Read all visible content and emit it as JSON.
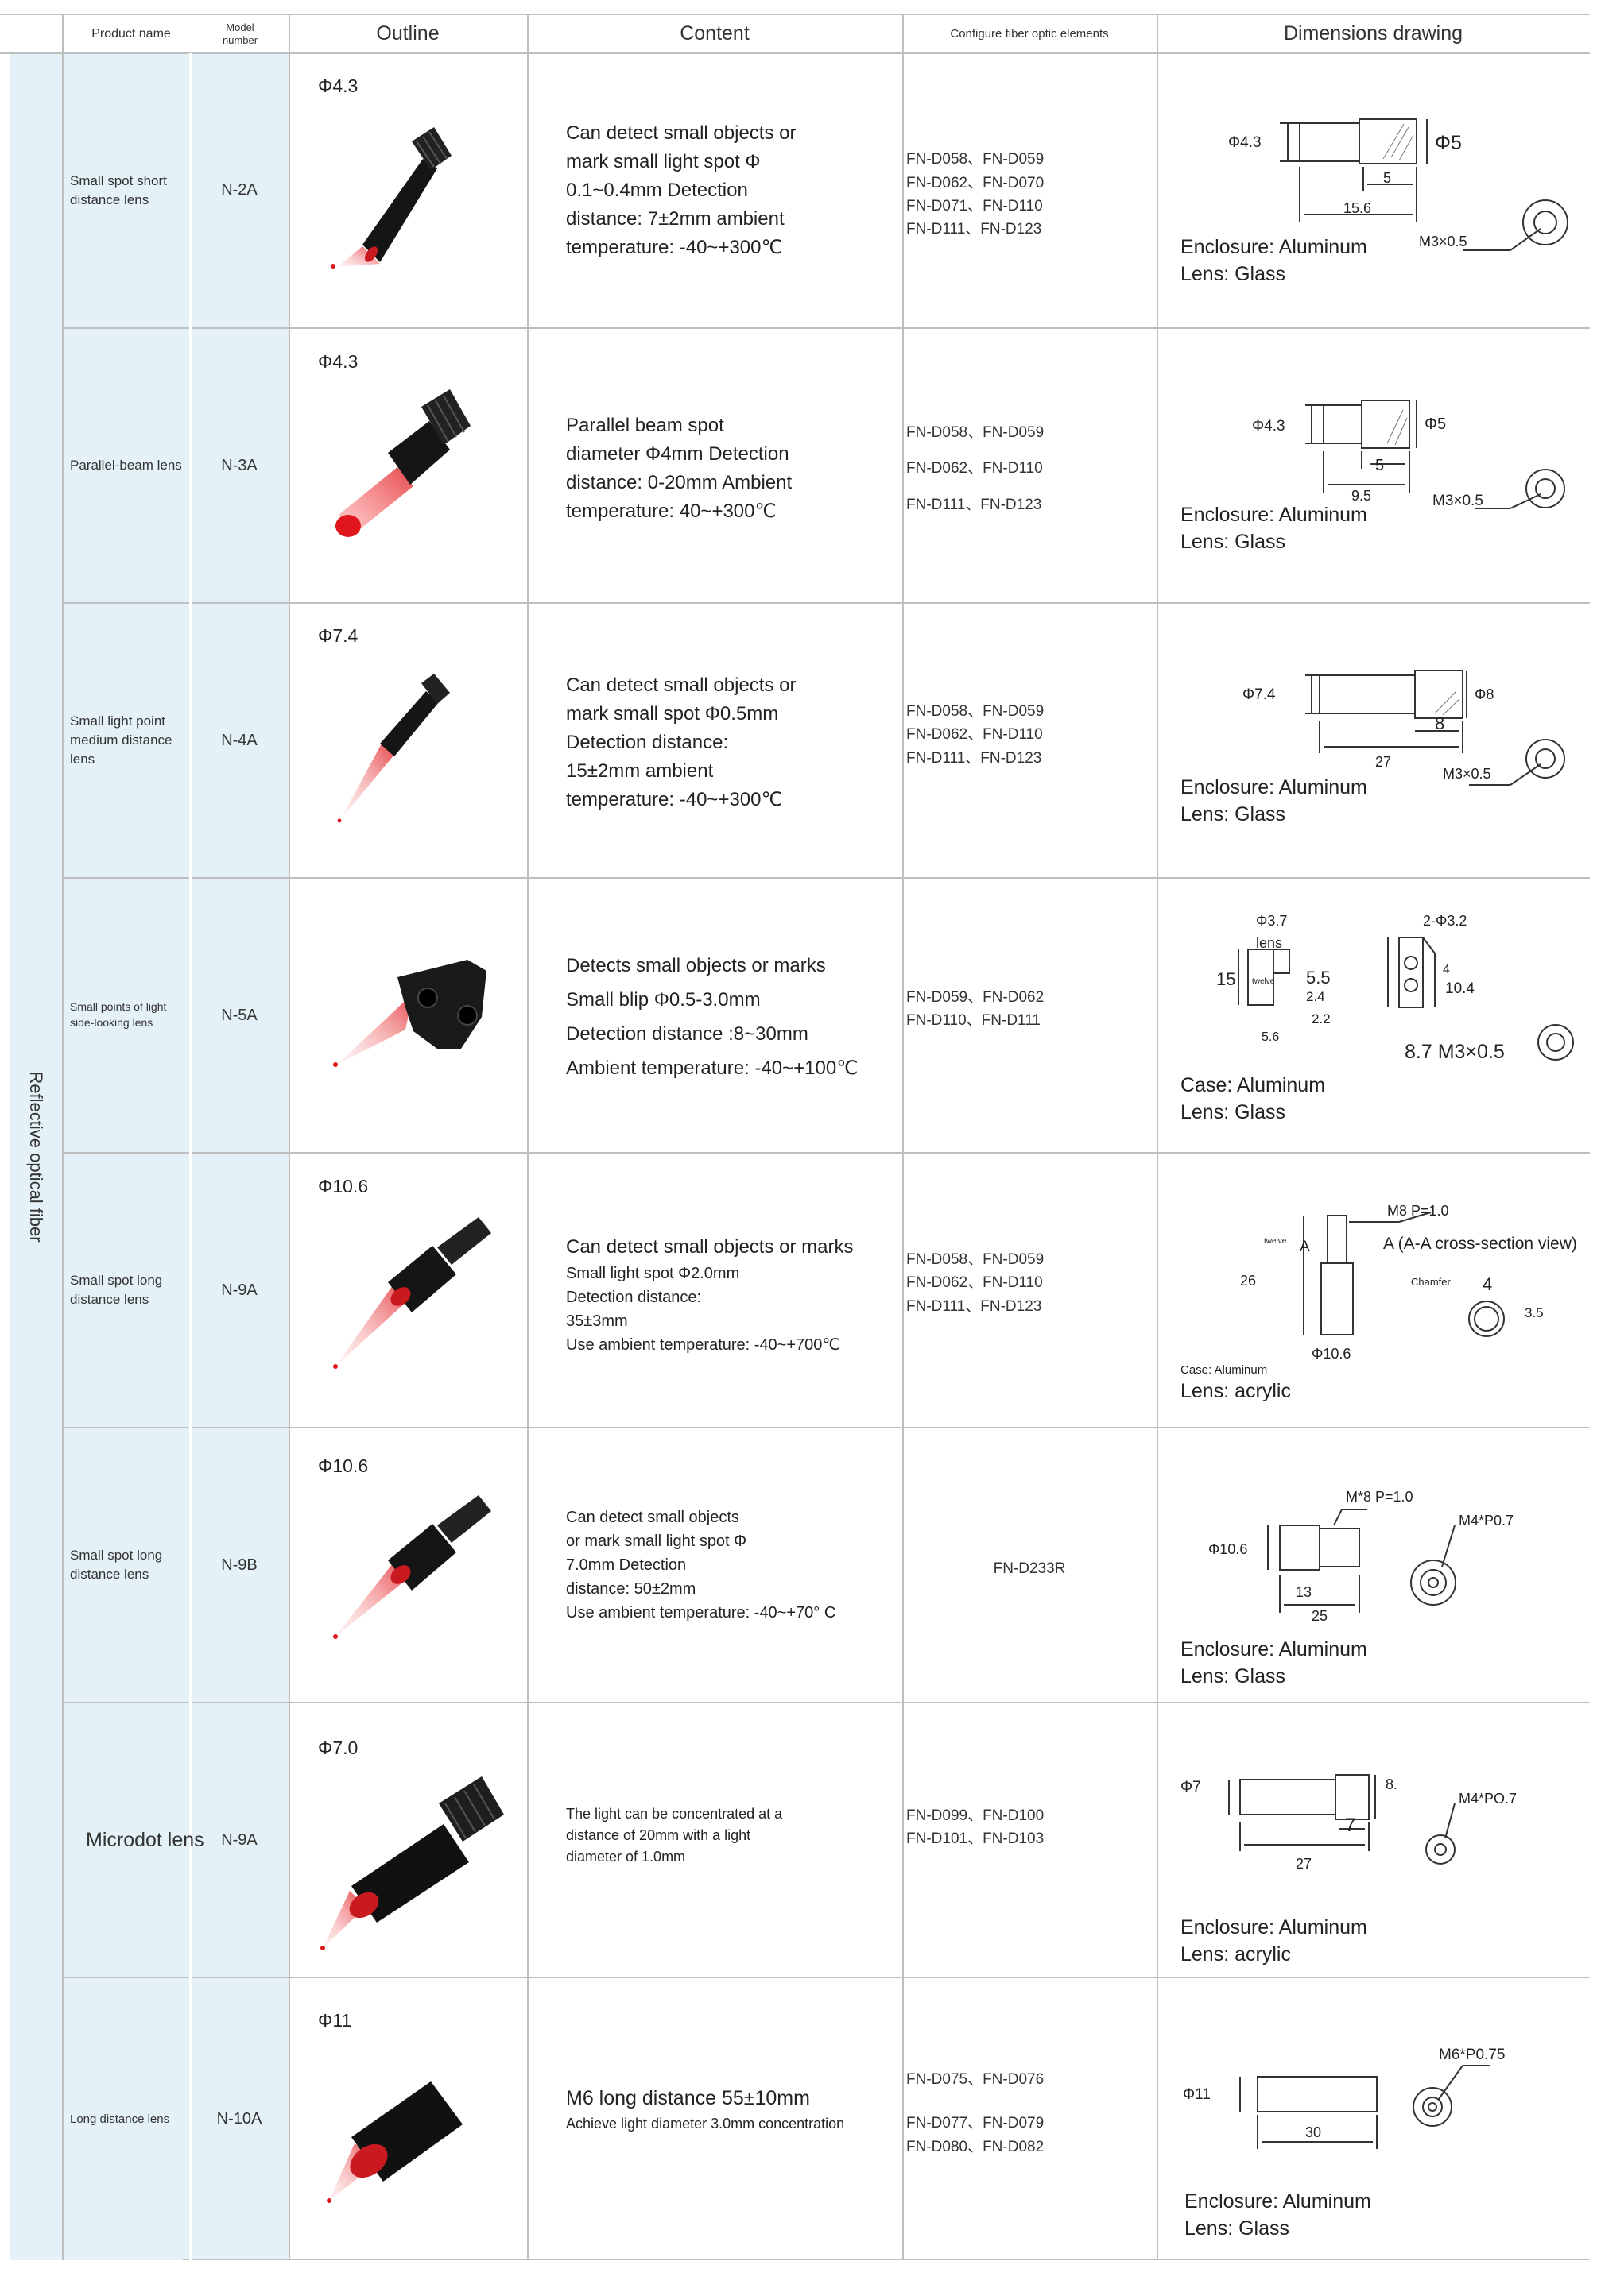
{
  "header": {
    "product_name": "Product name",
    "model_number": "Model number",
    "outline": "Outline",
    "content": "Content",
    "fibers": "Configure fiber optic elements",
    "dimensions": "Dimensions drawing"
  },
  "category": "Reflective optical fiber",
  "rows": [
    {
      "product": "Small spot short distance lens",
      "model": "N-2A",
      "outline_label": "Φ4.3",
      "content": [
        "Can detect small objects or",
        "mark small light spot Φ",
        "0.1~0.4mm Detection",
        "distance: 7±2mm ambient",
        "temperature: -40~+300℃"
      ],
      "fibers": [
        "FN-D058、FN-D059",
        "FN-D062、FN-D070",
        "FN-D071、FN-D110",
        "FN-D111、FN-D123"
      ],
      "dims": {
        "d1": "Φ4.3",
        "d2": "Φ5",
        "len": "15.6",
        "seg": "5",
        "thread": "M3×0.5"
      },
      "material": [
        "Enclosure: Aluminum",
        "Lens: Glass"
      ]
    },
    {
      "product": "Parallel-beam lens",
      "model": "N-3A",
      "outline_label": "Φ4.3",
      "content": [
        "Parallel beam spot",
        "diameter Φ4mm Detection",
        "distance: 0-20mm Ambient",
        "temperature: 40~+300℃"
      ],
      "fibers": [
        "FN-D058、FN-D059",
        "FN-D062、FN-D110",
        "FN-D111、FN-D123"
      ],
      "dims": {
        "d1": "Φ4.3",
        "d2": "Φ5",
        "len": "9.5",
        "seg": "5",
        "thread": "M3×0.5"
      },
      "material": [
        "Enclosure: Aluminum",
        "Lens: Glass"
      ]
    },
    {
      "product": "Small light point medium distance lens",
      "model": "N-4A",
      "outline_label": "Φ7.4",
      "content": [
        "Can detect small objects or",
        "mark small spot Φ0.5mm",
        "Detection distance:",
        "15±2mm ambient",
        "temperature: -40~+300℃"
      ],
      "fibers": [
        "FN-D058、FN-D059",
        "FN-D062、FN-D110",
        "FN-D111、FN-D123"
      ],
      "dims": {
        "d1": "Φ7.4",
        "d2": "Φ8",
        "len": "27",
        "seg": "8",
        "thread": "M3×0.5"
      },
      "material": [
        "Enclosure: Aluminum",
        "Lens: Glass"
      ]
    },
    {
      "product": "Small points of light side-looking lens",
      "model": "N-5A",
      "outline_label": "",
      "content": [
        "Detects small objects or marks",
        "Small blip Φ0.5-3.0mm",
        "Detection distance :8~30mm",
        "Ambient temperature: -40~+100℃"
      ],
      "fibers": [
        "FN-D059、FN-D062",
        "FN-D110、FN-D111"
      ],
      "dims": {
        "lens_d": "Φ3.7",
        "lens": "lens",
        "h": "15",
        "twelve": "twelve",
        "a": "5.5",
        "b": "2.4",
        "c": "2.2",
        "w": "5.6",
        "holes": "2-Φ3.2",
        "e": "4",
        "f": "10.4",
        "thread": "8.7 M3×0.5"
      },
      "material": [
        "Case: Aluminum",
        "Lens: Glass"
      ]
    },
    {
      "product": "Small spot long distance lens",
      "model": "N-9A",
      "outline_label": "Φ10.6",
      "content": [
        "Can detect small objects or marks",
        "Small light spot Φ2.0mm",
        " Detection distance:",
        "35±3mm",
        "Use ambient temperature: -40~+700℃"
      ],
      "fibers": [
        "FN-D058、FN-D059",
        "FN-D062、FN-D110",
        "FN-D111、FN-D123"
      ],
      "dims": {
        "thread_top": "M8 P=1.0",
        "twelve": "twelve",
        "a": "A",
        "section": "A (A-A cross-section view)",
        "h": "26",
        "chamfer": "Chamfer",
        "e": "4",
        "f": "3.5",
        "d": "Φ10.6"
      },
      "material": [
        "Case: Aluminum",
        "Lens: acrylic"
      ]
    },
    {
      "product": "Small spot long distance lens",
      "model": "N-9B",
      "outline_label": "Φ10.6",
      "content": [
        "Can detect small objects",
        "or mark small light spot Φ",
        "7.0mm Detection",
        "distance: 50±2mm",
        "Use ambient temperature: -40~+70° C"
      ],
      "fibers": [
        "FN-D233R"
      ],
      "dims": {
        "thread_top": "M*8 P=1.0",
        "thread_end": "M4*P0.7",
        "d": "Φ10.6",
        "a": "13",
        "b": "25"
      },
      "material": [
        "Enclosure: Aluminum",
        "Lens: Glass"
      ]
    },
    {
      "product": "Microdot lens",
      "model": "N-9A",
      "outline_label": "Φ7.0",
      "content": [
        "The light can be concentrated at a",
        "distance of 20mm with a light",
        "diameter of 1.0mm"
      ],
      "fibers": [
        "FN-D099、FN-D100",
        "FN-D101、FN-D103"
      ],
      "dims": {
        "d1": "Φ7",
        "d2": "8.",
        "seg": "7",
        "len": "27",
        "thread": "M4*PO.7"
      },
      "material": [
        "Enclosure: Aluminum",
        "Lens: acrylic"
      ]
    },
    {
      "product": "Long distance lens",
      "model": "N-10A",
      "outline_label": "Φ11",
      "content": [
        "M6 long distance 55±10mm",
        "Achieve light diameter 3.0mm concentration"
      ],
      "fibers": [
        "FN-D075、FN-D076",
        "FN-D077、FN-D079",
        "FN-D080、FN-D082"
      ],
      "dims": {
        "d": "Φ11",
        "len": "30",
        "thread": "M6*P0.75"
      },
      "material": [
        "Enclosure: Aluminum",
        "Lens: Glass"
      ]
    }
  ]
}
